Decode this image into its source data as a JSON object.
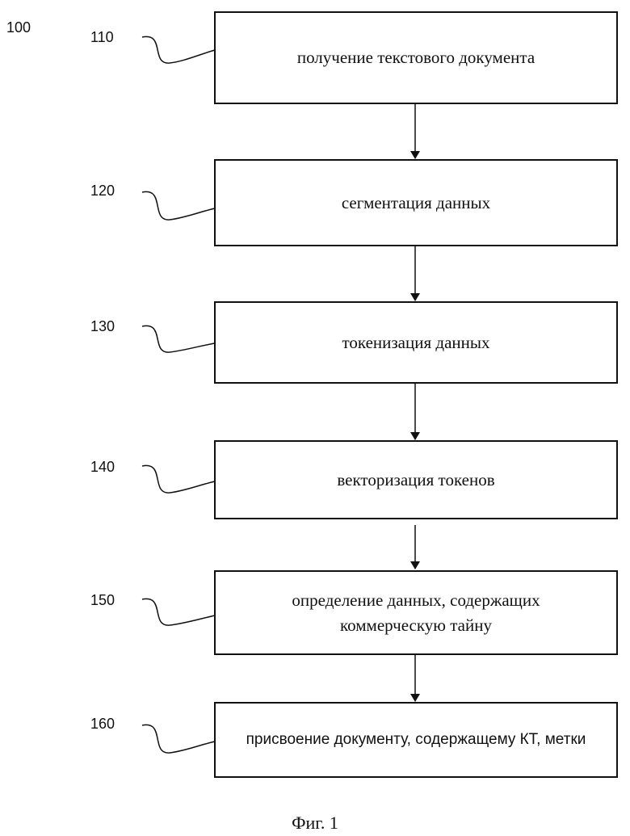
{
  "figure_number": "100",
  "steps": [
    {
      "ref": "110",
      "label": "получение текстового документа"
    },
    {
      "ref": "120",
      "label": "сегментация данных"
    },
    {
      "ref": "130",
      "label": "токенизация данных"
    },
    {
      "ref": "140",
      "label": "векторизация токенов"
    },
    {
      "ref": "150",
      "label": "определение данных, содержащих коммерческую тайну"
    },
    {
      "ref": "160",
      "label": "присвоение документу, содержащему КТ, метки"
    }
  ],
  "caption": "Фиг. 1"
}
